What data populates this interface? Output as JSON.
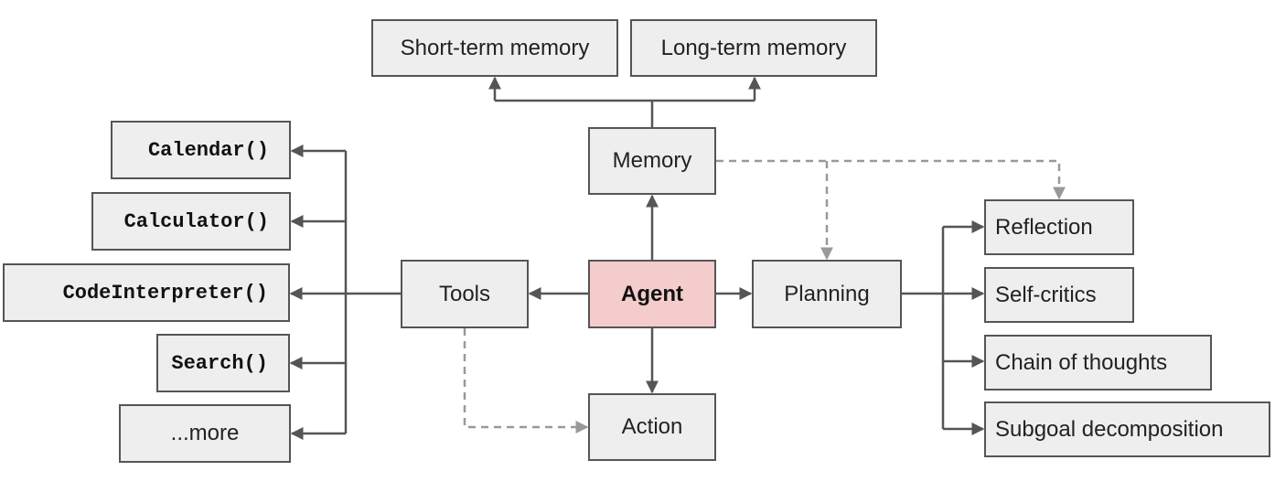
{
  "nodes": {
    "short_term_memory": "Short-term memory",
    "long_term_memory": "Long-term memory",
    "memory": "Memory",
    "agent": "Agent",
    "tools": "Tools",
    "planning": "Planning",
    "action": "Action",
    "tool_calendar": "Calendar()",
    "tool_calculator": "Calculator()",
    "tool_code_interpreter": "CodeInterpreter()",
    "tool_search": "Search()",
    "tool_more": "...more",
    "planning_reflection": "Reflection",
    "planning_self_critics": "Self-critics",
    "planning_chain_of_thoughts": "Chain of thoughts",
    "planning_subgoal_decomposition": "Subgoal decomposition"
  },
  "edges": [
    {
      "from": "agent",
      "to": "memory",
      "style": "solid"
    },
    {
      "from": "agent",
      "to": "tools",
      "style": "solid"
    },
    {
      "from": "agent",
      "to": "planning",
      "style": "solid"
    },
    {
      "from": "agent",
      "to": "action",
      "style": "solid"
    },
    {
      "from": "memory",
      "to": "short_term_memory",
      "style": "solid"
    },
    {
      "from": "memory",
      "to": "long_term_memory",
      "style": "solid"
    },
    {
      "from": "tools",
      "to": "tool_calendar",
      "style": "solid"
    },
    {
      "from": "tools",
      "to": "tool_calculator",
      "style": "solid"
    },
    {
      "from": "tools",
      "to": "tool_code_interpreter",
      "style": "solid"
    },
    {
      "from": "tools",
      "to": "tool_search",
      "style": "solid"
    },
    {
      "from": "tools",
      "to": "tool_more",
      "style": "solid"
    },
    {
      "from": "planning",
      "to": "planning_reflection",
      "style": "solid"
    },
    {
      "from": "planning",
      "to": "planning_self_critics",
      "style": "solid"
    },
    {
      "from": "planning",
      "to": "planning_chain_of_thoughts",
      "style": "solid"
    },
    {
      "from": "planning",
      "to": "planning_subgoal_decomposition",
      "style": "solid"
    },
    {
      "from": "memory",
      "to": "planning",
      "style": "dashed"
    },
    {
      "from": "memory",
      "to": "planning_reflection",
      "style": "dashed"
    },
    {
      "from": "tools",
      "to": "action",
      "style": "dashed"
    }
  ],
  "colors": {
    "node_fill": "#eeeeee",
    "node_border": "#555555",
    "agent_fill": "#f4cccc",
    "solid_line": "#555555",
    "dashed_line": "#999999"
  }
}
